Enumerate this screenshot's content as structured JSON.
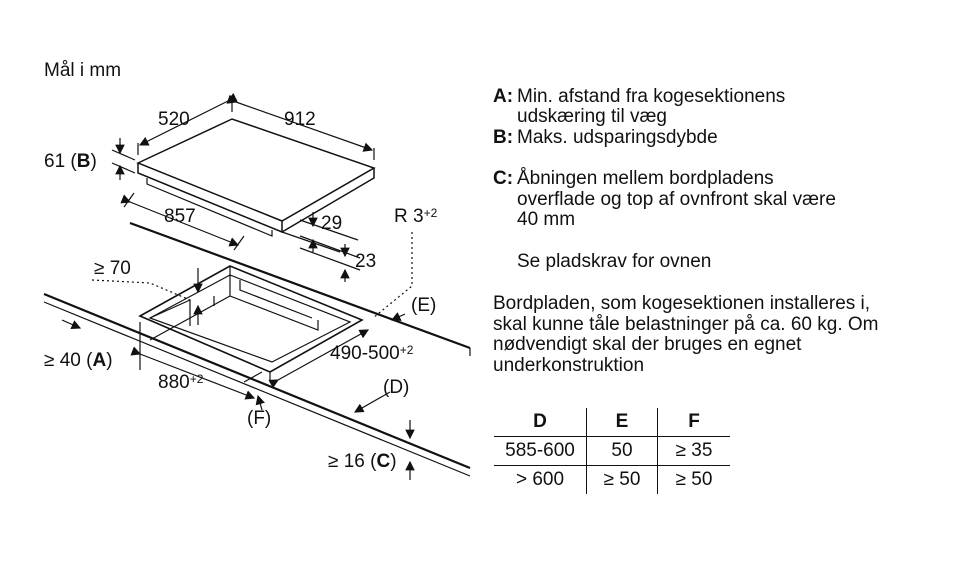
{
  "title": "Mål i mm",
  "dims": {
    "w520": "520",
    "w912": "912",
    "h61": "61 (",
    "h61b": "B",
    "h61c": ")",
    "w857": "857",
    "d29": "29",
    "d23": "23",
    "r3": "R 3",
    "r3sup": "+2",
    "g70": "≥ 70",
    "e": "(E)",
    "a40": "≥ 40 (",
    "a40b": "A",
    "a40c": ")",
    "cut490": "490-500",
    "cut490sup": "+2",
    "cut880": "880",
    "cut880sup": "+2",
    "d": "(D)",
    "f": "(F)",
    "c16": "≥ 16 (",
    "c16b": "C",
    "c16c": ")"
  },
  "legend": {
    "a_key": "A:",
    "a_line1": "Min. afstand fra kogesektionens",
    "a_line2": "udskæring til væg",
    "b_key": "B:",
    "b_line1": "Maks. udsparingsdybde",
    "c_key": "C:",
    "c_line1": "Åbningen mellem bordpladens",
    "c_line2": "overflade og top af ovnfront skal være",
    "c_line3": "40 mm",
    "note": "Se pladskrav for ovnen",
    "p1": "Bordpladen, som kogesektionen installeres i,",
    "p2": "skal kunne tåle belastninger på ca. 60 kg. Om",
    "p3": "nødvendigt skal der bruges en egnet",
    "p4": "underkonstruktion"
  },
  "table": {
    "headers": [
      "D",
      "E",
      "F"
    ],
    "rows": [
      [
        "585-600",
        "50",
        "≥ 35"
      ],
      [
        "> 600",
        "≥ 50",
        "≥ 50"
      ]
    ]
  }
}
